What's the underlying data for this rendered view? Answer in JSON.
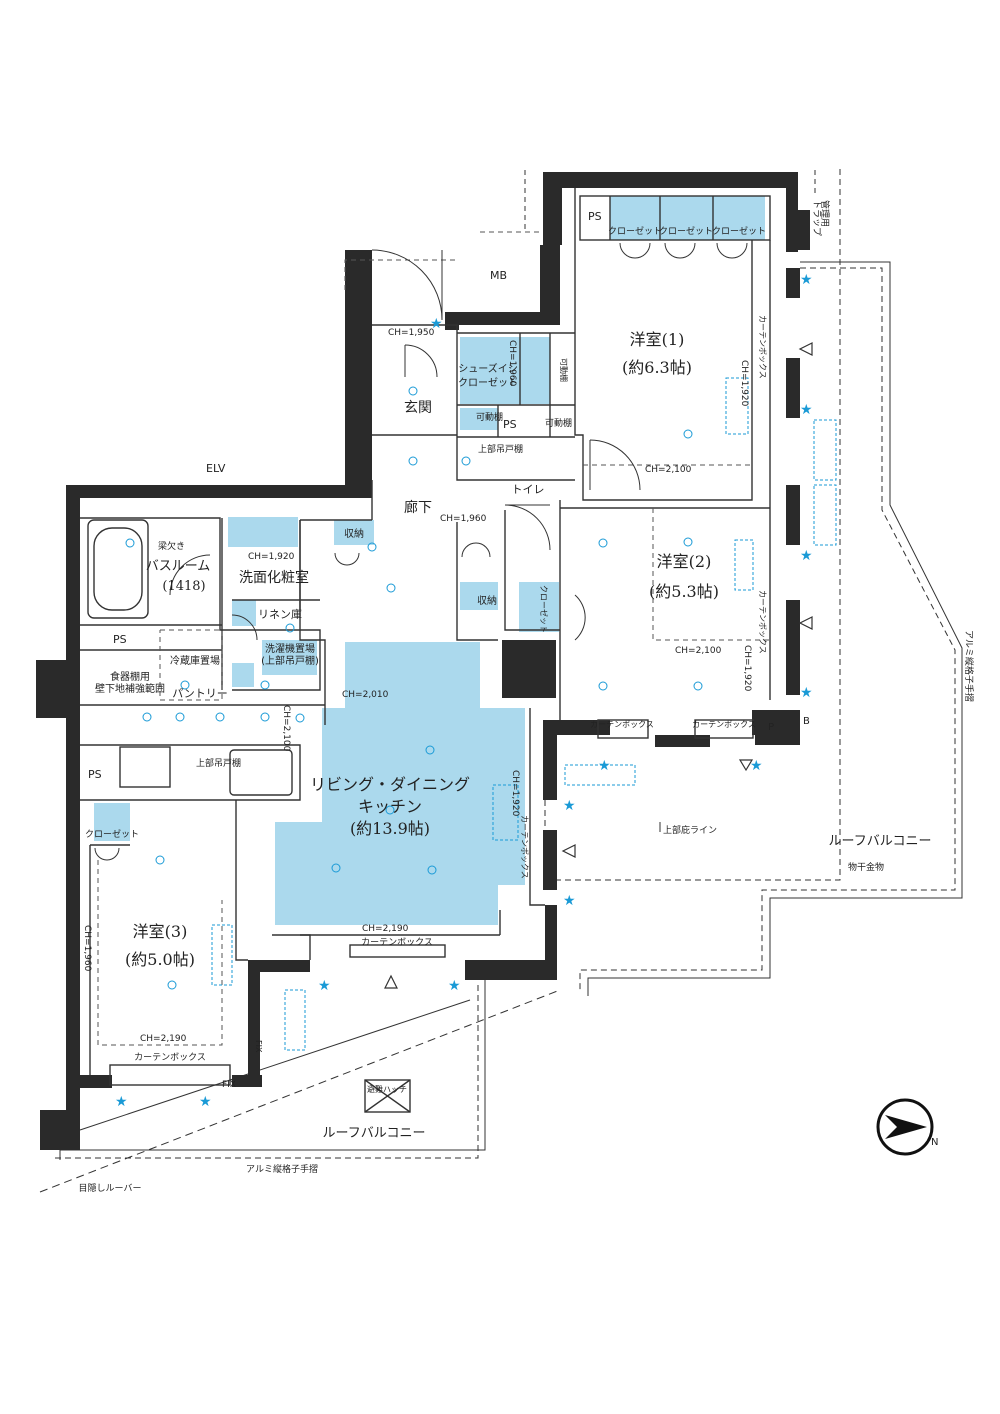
{
  "rooms": {
    "western_room_1": {
      "name": "洋室(1)",
      "area": "(約6.3帖)"
    },
    "western_room_2": {
      "name": "洋室(2)",
      "area": "(約5.3帖)"
    },
    "western_room_3": {
      "name": "洋室(3)",
      "area": "(約5.0帖)"
    },
    "ldk": {
      "name_line1": "リビング・ダイニング",
      "name_line2": "キッチン",
      "area": "(約13.9帖)"
    },
    "entrance": "玄関",
    "hallway": "廊下",
    "bathroom": "バスルーム",
    "bathroom_size": "(1418)",
    "washroom": "洗面化粧室",
    "toilet": "トイレ",
    "pantry": "パントリー",
    "linen": "リネン庫",
    "laundry_line1": "洗濯機置場",
    "laundry_line2": "(上部吊戸棚)",
    "fridge": "冷蔵庫置場",
    "dish_shelf_line1": "食器棚用",
    "dish_shelf_line2": "壁下地補強範囲",
    "shoes_closet_line1": "シューズイン",
    "shoes_closet_line2": "クローゼット"
  },
  "labels": {
    "closet": "クローゼット",
    "storage": "収納",
    "ps": "PS",
    "mb": "MB",
    "elv": "ELV",
    "movable_shelf": "可動棚",
    "upper_cabinet": "上部吊戸棚",
    "beam_notch": "梁欠き",
    "curtain_box": "カーテンボックス",
    "roof_balcony": "ルーフバルコニー",
    "laundry_fitting": "物干金物",
    "aluminum_railing": "アルミ縦格子手摺",
    "eaves_line": "上部庇ライン",
    "screen_louver": "目隠しルーバー",
    "escape_hatch": "避難ハッチ",
    "fix": "FIX",
    "management": "管理用",
    "trap": "トラップ",
    "p": "P",
    "b": "B"
  },
  "ceiling_heights": {
    "entrance": "CH=1,950",
    "shoes_closet": "CH=1,960",
    "hallway": "CH=1,960",
    "room1": "CH=2,100",
    "room1_side": "CH=1,920",
    "room2": "CH=2,100",
    "room2_side": "CH=1,920",
    "washroom": "CH=1,920",
    "ldk": "CH=2,010",
    "ldk_bottom": "CH=2,190",
    "ldk_side": "CH=1,920",
    "pantry_side": "CH=2,100",
    "room3_bottom": "CH=2,190",
    "room3_side": "CH=1,960"
  },
  "colors": {
    "accent_fill": "#abd9ed",
    "wall": "#2a2a2a",
    "symbol": "#1a9ad6"
  }
}
